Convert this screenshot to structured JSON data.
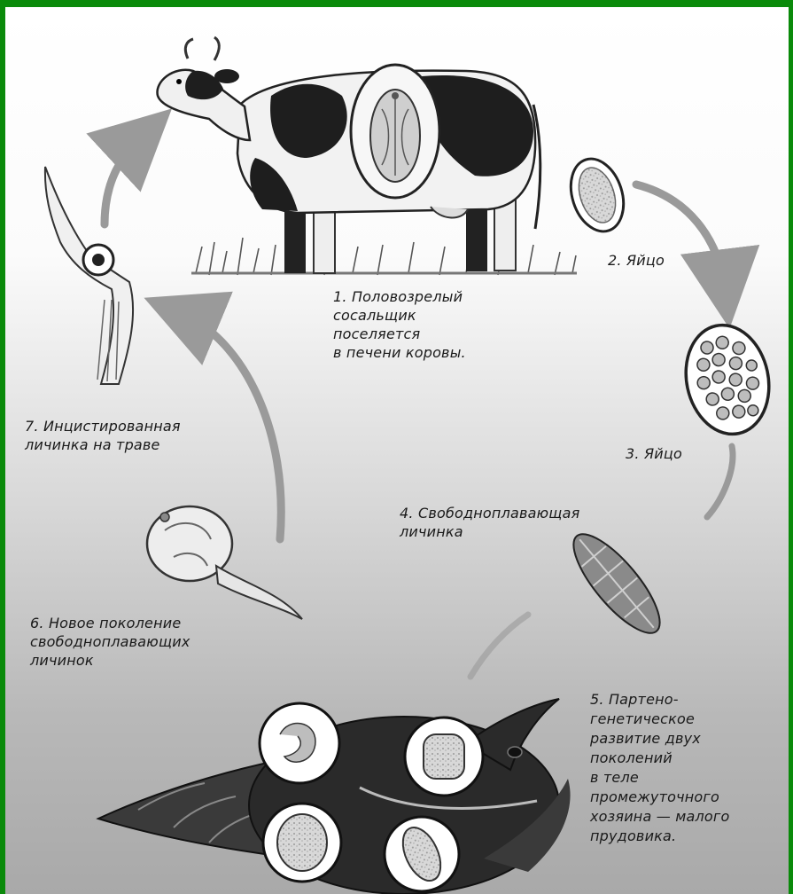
{
  "colors": {
    "border": "#0a8a0a",
    "arrow": "#9a9a9a",
    "text": "#1a1a1a"
  },
  "stages": [
    {
      "id": "1",
      "text": "1. Половозрелый\nсосальщик\nпоселяется\nв печени коровы."
    },
    {
      "id": "2",
      "text": "2. Яйцо"
    },
    {
      "id": "3",
      "text": "3. Яйцо"
    },
    {
      "id": "4",
      "text": "4. Свободноплавающая\nличинка"
    },
    {
      "id": "5",
      "text": "5. Партено-\nгенетическое\nразвитие двух\nпоколений\nв теле\nпромежуточного\nхозяина — малого\nпрудовика."
    },
    {
      "id": "6",
      "text": "6. Новое поколение\nсвободноплавающих\nличинок"
    },
    {
      "id": "7",
      "text": "7. Инцистированная\nличинка на траве"
    }
  ],
  "icons": {
    "cow": "cow-illustration",
    "fluke": "liver-fluke-icon",
    "egg": "egg-icon",
    "egg_embryos": "egg-embryos-icon",
    "miracidium": "miracidium-larva-icon",
    "cercaria": "cercaria-larva-icon",
    "snail": "pond-snail-illustration",
    "cyst": "grass-cyst-icon"
  }
}
